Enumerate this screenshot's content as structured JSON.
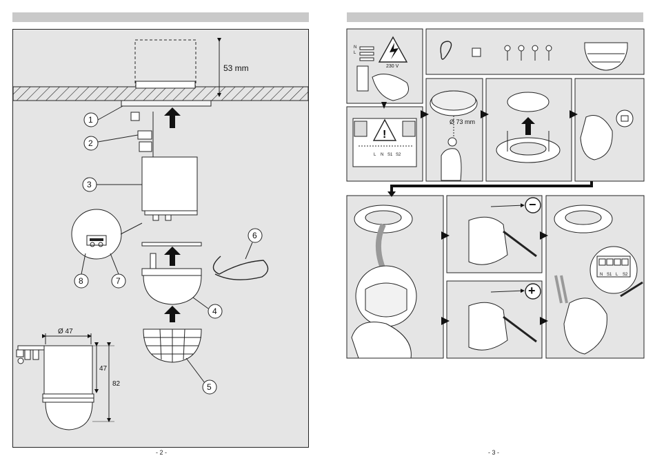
{
  "left_page": {
    "page_number": "- 2 -",
    "dimensions": {
      "depth_label": "53 mm",
      "diameter_label": "Ø 47",
      "height_small": "47",
      "height_total": "82"
    },
    "callouts": [
      "1",
      "2",
      "3",
      "4",
      "5",
      "6",
      "7",
      "8"
    ]
  },
  "right_page": {
    "page_number": "- 3 -",
    "voltage_label": "230 V",
    "cutout_label": "Ø 73 mm",
    "mains_labels": [
      "N",
      "L"
    ],
    "terminal_labels": [
      "L",
      "N",
      "S1",
      "S2"
    ],
    "terminal_labels_block": [
      "N",
      "S1",
      "L",
      "S2"
    ],
    "minus_symbol": "−",
    "plus_symbol": "+"
  }
}
